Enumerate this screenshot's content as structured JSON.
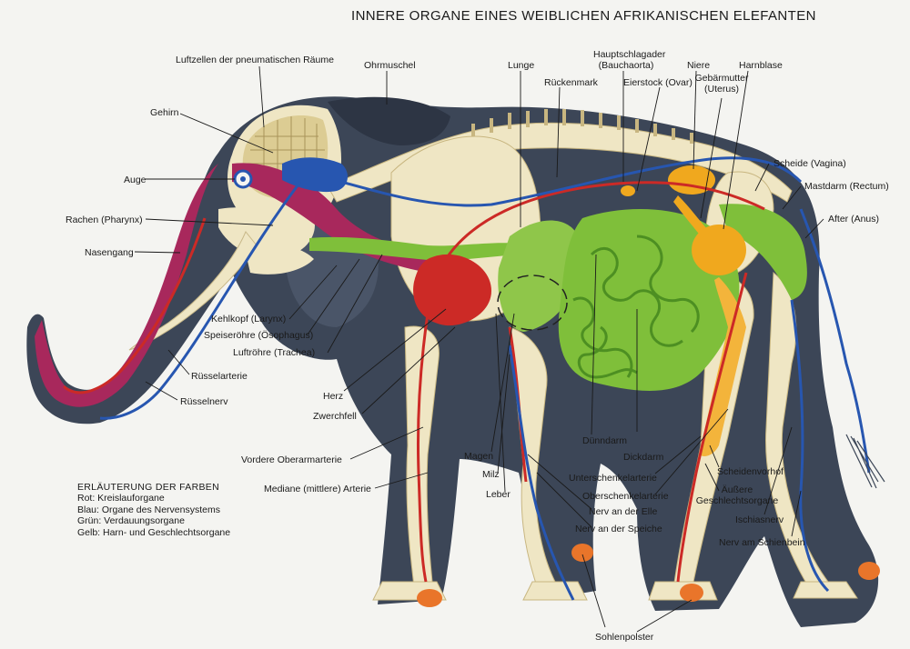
{
  "title": "INNERE ORGANE EINES WEIBLICHEN AFRIKANISCHEN ELEFANTEN",
  "labels": {
    "luftzellen": "Luftzellen der pneumatischen Räume",
    "ohrmuschel": "Ohrmuschel",
    "lunge": "Lunge",
    "hauptschlagader_1": "Hauptschlagader",
    "hauptschlagader_2": "(Bauchaorta)",
    "niere": "Niere",
    "harnblase": "Harnblase",
    "ruckenmark": "Rückenmark",
    "eierstock": "Eierstock (Ovar)",
    "gebarmutter_1": "Gebärmutter",
    "gebarmutter_2": "(Uterus)",
    "gehirn": "Gehirn",
    "auge": "Auge",
    "rachen": "Rachen (Pharynx)",
    "nasengang": "Nasengang",
    "scheide": "Scheide (Vagina)",
    "mastdarm": "Mastdarm (Rectum)",
    "after": "After (Anus)",
    "kehlkopf": "Kehlkopf (Larynx)",
    "speiserohre": "Speiseröhre (Ösophagus)",
    "luftrohre": "Luftröhre (Trachea)",
    "russelarterie": "Rüsselarterie",
    "russelnerv": "Rüsselnerv",
    "herz": "Herz",
    "zwerchfell": "Zwerchfell",
    "vordere_oberarmarterie": "Vordere Oberarmarterie",
    "mediane_arterie": "Mediane (mittlere) Arterie",
    "magen": "Magen",
    "milz": "Milz",
    "leber": "Leber",
    "dunndarm": "Dünndarm",
    "dickdarm": "Dickdarm",
    "unterschenkelarterie": "Unterschenkelarterie",
    "oberschenkelarterie": "Oberschenkelarterie",
    "nerv_elle": "Nerv an der Elle",
    "nerv_speiche": "Nerv an der Speiche",
    "scheidenvorhof": "Scheidenvorhof",
    "aussere_1": "Äußere",
    "aussere_2": "Geschlechtsorgane",
    "ischiasnerv": "Ischiasnerv",
    "nerv_schienbein": "Nerv am Schienbein",
    "sohlenpolster": "Sohlenpolster"
  },
  "legend": {
    "title": "ERLÄUTERUNG DER FARBEN",
    "rot": "Rot: Kreislauforgane",
    "blau": "Blau: Organe des Nervensystems",
    "grun": "Grün: Verdauungsorgane",
    "gelb": "Gelb: Harn- und Geschlechtsorgane"
  },
  "colors": {
    "background": "#f4f4f1",
    "body": "#3c4657",
    "bone": "#efe6c4",
    "circulation_red": "#cc2a26",
    "nerve_blue": "#2756b0",
    "digestive_green": "#7fbf3a",
    "urogenital_yellow": "#f0a81e",
    "trunk_magenta": "#a8285c"
  }
}
